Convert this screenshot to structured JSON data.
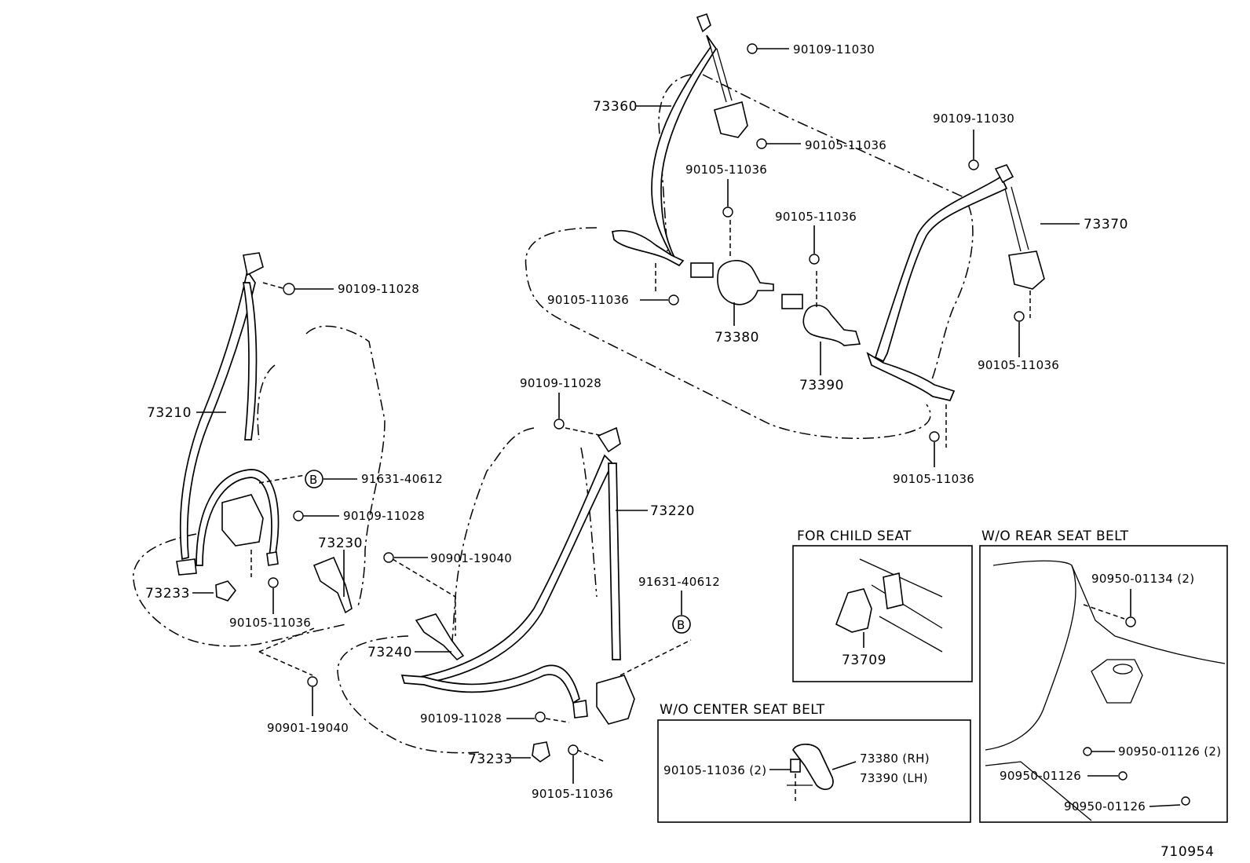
{
  "callouts": {
    "p73360": "73360",
    "p73370": "73370",
    "p73380": "73380",
    "p73390": "73390",
    "p73210": "73210",
    "p73220": "73220",
    "p73230": "73230",
    "p73233_left": "73233",
    "p73233_right": "73233",
    "p73240": "73240",
    "p73709": "73709",
    "b_upper": "90109-11030",
    "b_rear_right_top": "90109-11030",
    "b_rear_left_mid": "90105-11036",
    "b_rear_center1": "90105-11036",
    "b_rear_center2": "90105-11036",
    "b_rear_left_low": "90105-11036",
    "b_rear_right_low": "90105-11036",
    "b_rear_bottom": "90105-11036",
    "b_front_left_top": "90109-11028",
    "b_front_left_mid": "90109-11028",
    "b_front_left_low": "90105-11036",
    "b_front_left_floor": "90901-19040",
    "b_front_right_top": "90109-11028",
    "b_front_right_seat": "90901-19040",
    "b_front_right_low": "90109-11028",
    "b_front_right_floor": "90105-11036",
    "clip_left": "91631-40612",
    "clip_right": "91631-40612",
    "marker_b": "B",
    "wo_center_bolt": "90105-11036 (2)",
    "wo_center_rh": "73380 (RH)",
    "wo_center_lh": "73390 (LH)",
    "wo_rear_1": "90950-01134 (2)",
    "wo_rear_2": "90950-01126 (2)",
    "wo_rear_3": "90950-01126",
    "wo_rear_4": "90950-01126"
  },
  "insets": {
    "child_seat_title": "FOR CHILD SEAT",
    "wo_center_title": "W/O CENTER SEAT BELT",
    "wo_rear_title": "W/O REAR SEAT BELT"
  },
  "figure_id": "710954"
}
